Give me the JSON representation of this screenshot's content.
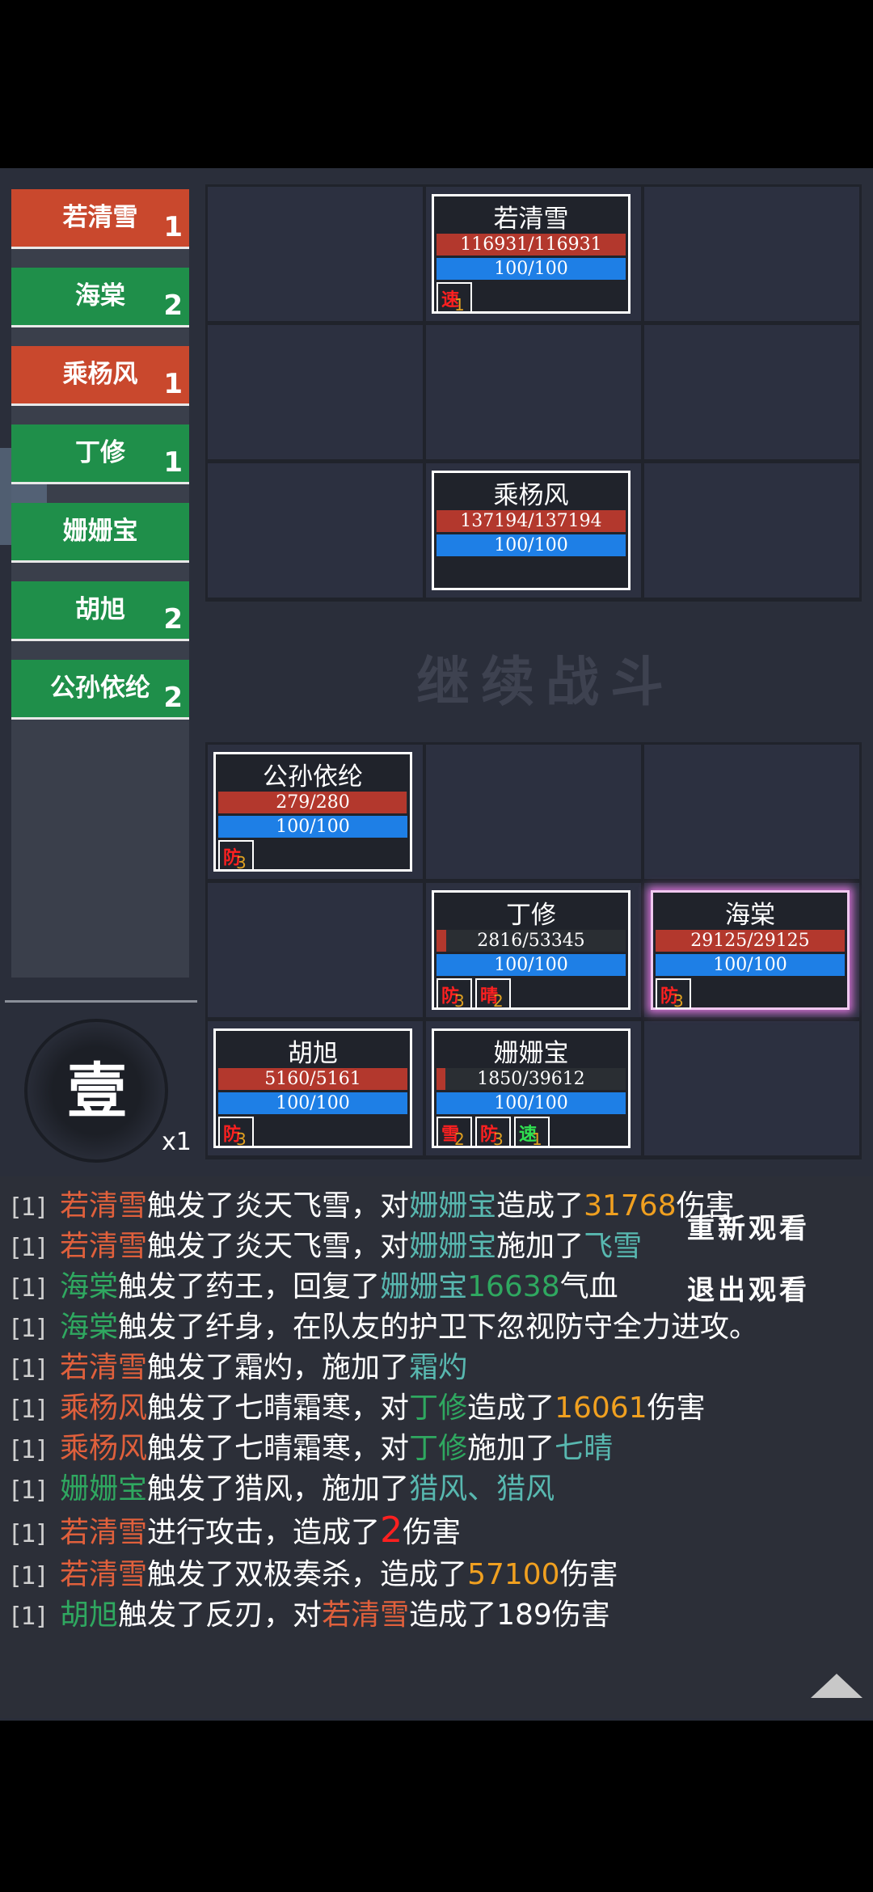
{
  "sidebar": {
    "items": [
      {
        "name": "若清雪",
        "num": "1",
        "color": "red"
      },
      {
        "name": "海棠",
        "num": "2",
        "color": "green"
      },
      {
        "name": "乘杨风",
        "num": "1",
        "color": "red"
      },
      {
        "name": "丁修",
        "num": "1",
        "color": "green"
      },
      {
        "name": "姗姗宝",
        "num": "",
        "color": "green"
      },
      {
        "name": "胡旭",
        "num": "2",
        "color": "green"
      },
      {
        "name": "公孙依纶",
        "num": "2",
        "color": "green"
      }
    ],
    "round_char": "壹",
    "speed": "x1"
  },
  "battle": {
    "continue_text": "继续战斗",
    "units": {
      "ruoqingxue": {
        "name": "若清雪",
        "hp": "116931/116931",
        "mp": "100/100",
        "buffs": [
          {
            "char": "速",
            "count": "1"
          }
        ]
      },
      "chengyangfeng": {
        "name": "乘杨风",
        "hp": "137194/137194",
        "mp": "100/100",
        "buffs": []
      },
      "gongsun": {
        "name": "公孙依纶",
        "hp": "279/280",
        "hp_fraction": 0.996,
        "mp": "100/100",
        "buffs": [
          {
            "char": "防",
            "count": "3"
          }
        ]
      },
      "dingxiu": {
        "name": "丁修",
        "hp": "2816/53345",
        "hp_fraction": 0.053,
        "mp": "100/100",
        "buffs": [
          {
            "char": "防",
            "count": "3"
          },
          {
            "char": "晴",
            "count": "2"
          }
        ]
      },
      "haitang": {
        "name": "海棠",
        "hp": "29125/29125",
        "mp": "100/100",
        "buffs": [
          {
            "char": "防",
            "count": "3"
          }
        ]
      },
      "huxu": {
        "name": "胡旭",
        "hp": "5160/5161",
        "hp_fraction": 0.999,
        "mp": "100/100",
        "buffs": [
          {
            "char": "防",
            "count": "3"
          }
        ]
      },
      "shanshanbao": {
        "name": "姗姗宝",
        "hp": "1850/39612",
        "hp_fraction": 0.047,
        "mp": "100/100",
        "buffs": [
          {
            "char": "雪",
            "count": "2"
          },
          {
            "char": "防",
            "count": "3"
          },
          {
            "char": "速",
            "count": "1"
          }
        ]
      }
    }
  },
  "log": {
    "lines": [
      [
        [
          "[1] ",
          "ix"
        ],
        [
          "若清雪",
          "red"
        ],
        [
          "触发了炎天飞雪，对",
          ""
        ],
        [
          "姗姗宝",
          "teal"
        ],
        [
          "造成了",
          ""
        ],
        [
          "31768",
          "orange"
        ],
        [
          "伤害",
          ""
        ]
      ],
      [
        [
          "[1] ",
          "ix"
        ],
        [
          "若清雪",
          "red"
        ],
        [
          "触发了炎天飞雪，对",
          ""
        ],
        [
          "姗姗宝",
          "teal"
        ],
        [
          "施加了",
          ""
        ],
        [
          "飞雪",
          "teal"
        ]
      ],
      [
        [
          "[1] ",
          "ix"
        ],
        [
          "海棠",
          "green"
        ],
        [
          "触发了药王，回复了",
          ""
        ],
        [
          "姗姗宝",
          "teal"
        ],
        [
          "16638",
          "green"
        ],
        [
          "气血",
          ""
        ]
      ],
      [
        [
          "[1] ",
          "ix"
        ],
        [
          "海棠",
          "green"
        ],
        [
          "触发了纤身，在队友的护卫下忽视防守全力进攻。",
          ""
        ]
      ],
      [
        [
          "[1] ",
          "ix"
        ],
        [
          "若清雪",
          "red"
        ],
        [
          "触发了霜灼，施加了",
          ""
        ],
        [
          "霜灼",
          "teal"
        ]
      ],
      [
        [
          "[1] ",
          "ix"
        ],
        [
          "乘杨风",
          "red"
        ],
        [
          "触发了七晴霜寒，对",
          ""
        ],
        [
          "丁修",
          "green"
        ],
        [
          "造成了",
          ""
        ],
        [
          "16061",
          "orange"
        ],
        [
          "伤害",
          ""
        ]
      ],
      [
        [
          "[1] ",
          "ix"
        ],
        [
          "乘杨风",
          "red"
        ],
        [
          "触发了七晴霜寒，对",
          ""
        ],
        [
          "丁修",
          "green"
        ],
        [
          "施加了",
          ""
        ],
        [
          "七晴",
          "teal"
        ]
      ],
      [
        [
          "[1] ",
          "ix"
        ],
        [
          "姗姗宝",
          "green"
        ],
        [
          "触发了猎风，施加了",
          ""
        ],
        [
          "猎风、猎风",
          "teal"
        ]
      ],
      [
        [
          "[1] ",
          "ix"
        ],
        [
          "若清雪",
          "red"
        ],
        [
          "进行攻击，造成了",
          ""
        ],
        [
          "2",
          "bigred"
        ],
        [
          "伤害",
          ""
        ]
      ],
      [
        [
          "[1] ",
          "ix"
        ],
        [
          "若清雪",
          "red"
        ],
        [
          "触发了双极奏杀，造成了",
          ""
        ],
        [
          "57100",
          "orange"
        ],
        [
          "伤害",
          ""
        ]
      ],
      [
        [
          "[1] ",
          "ix"
        ],
        [
          "胡旭",
          "green"
        ],
        [
          "触发了反刃，对",
          ""
        ],
        [
          "若清雪",
          "red"
        ],
        [
          "造成了189伤害",
          ""
        ]
      ]
    ],
    "rewatch": "重新观看",
    "exit": "退出观看"
  },
  "colors": {
    "red": "#c9482d",
    "green": "#1f8f4a",
    "hp": "#b3382d",
    "mp": "#1e7fe6",
    "selected_glow": "#d070d0"
  }
}
